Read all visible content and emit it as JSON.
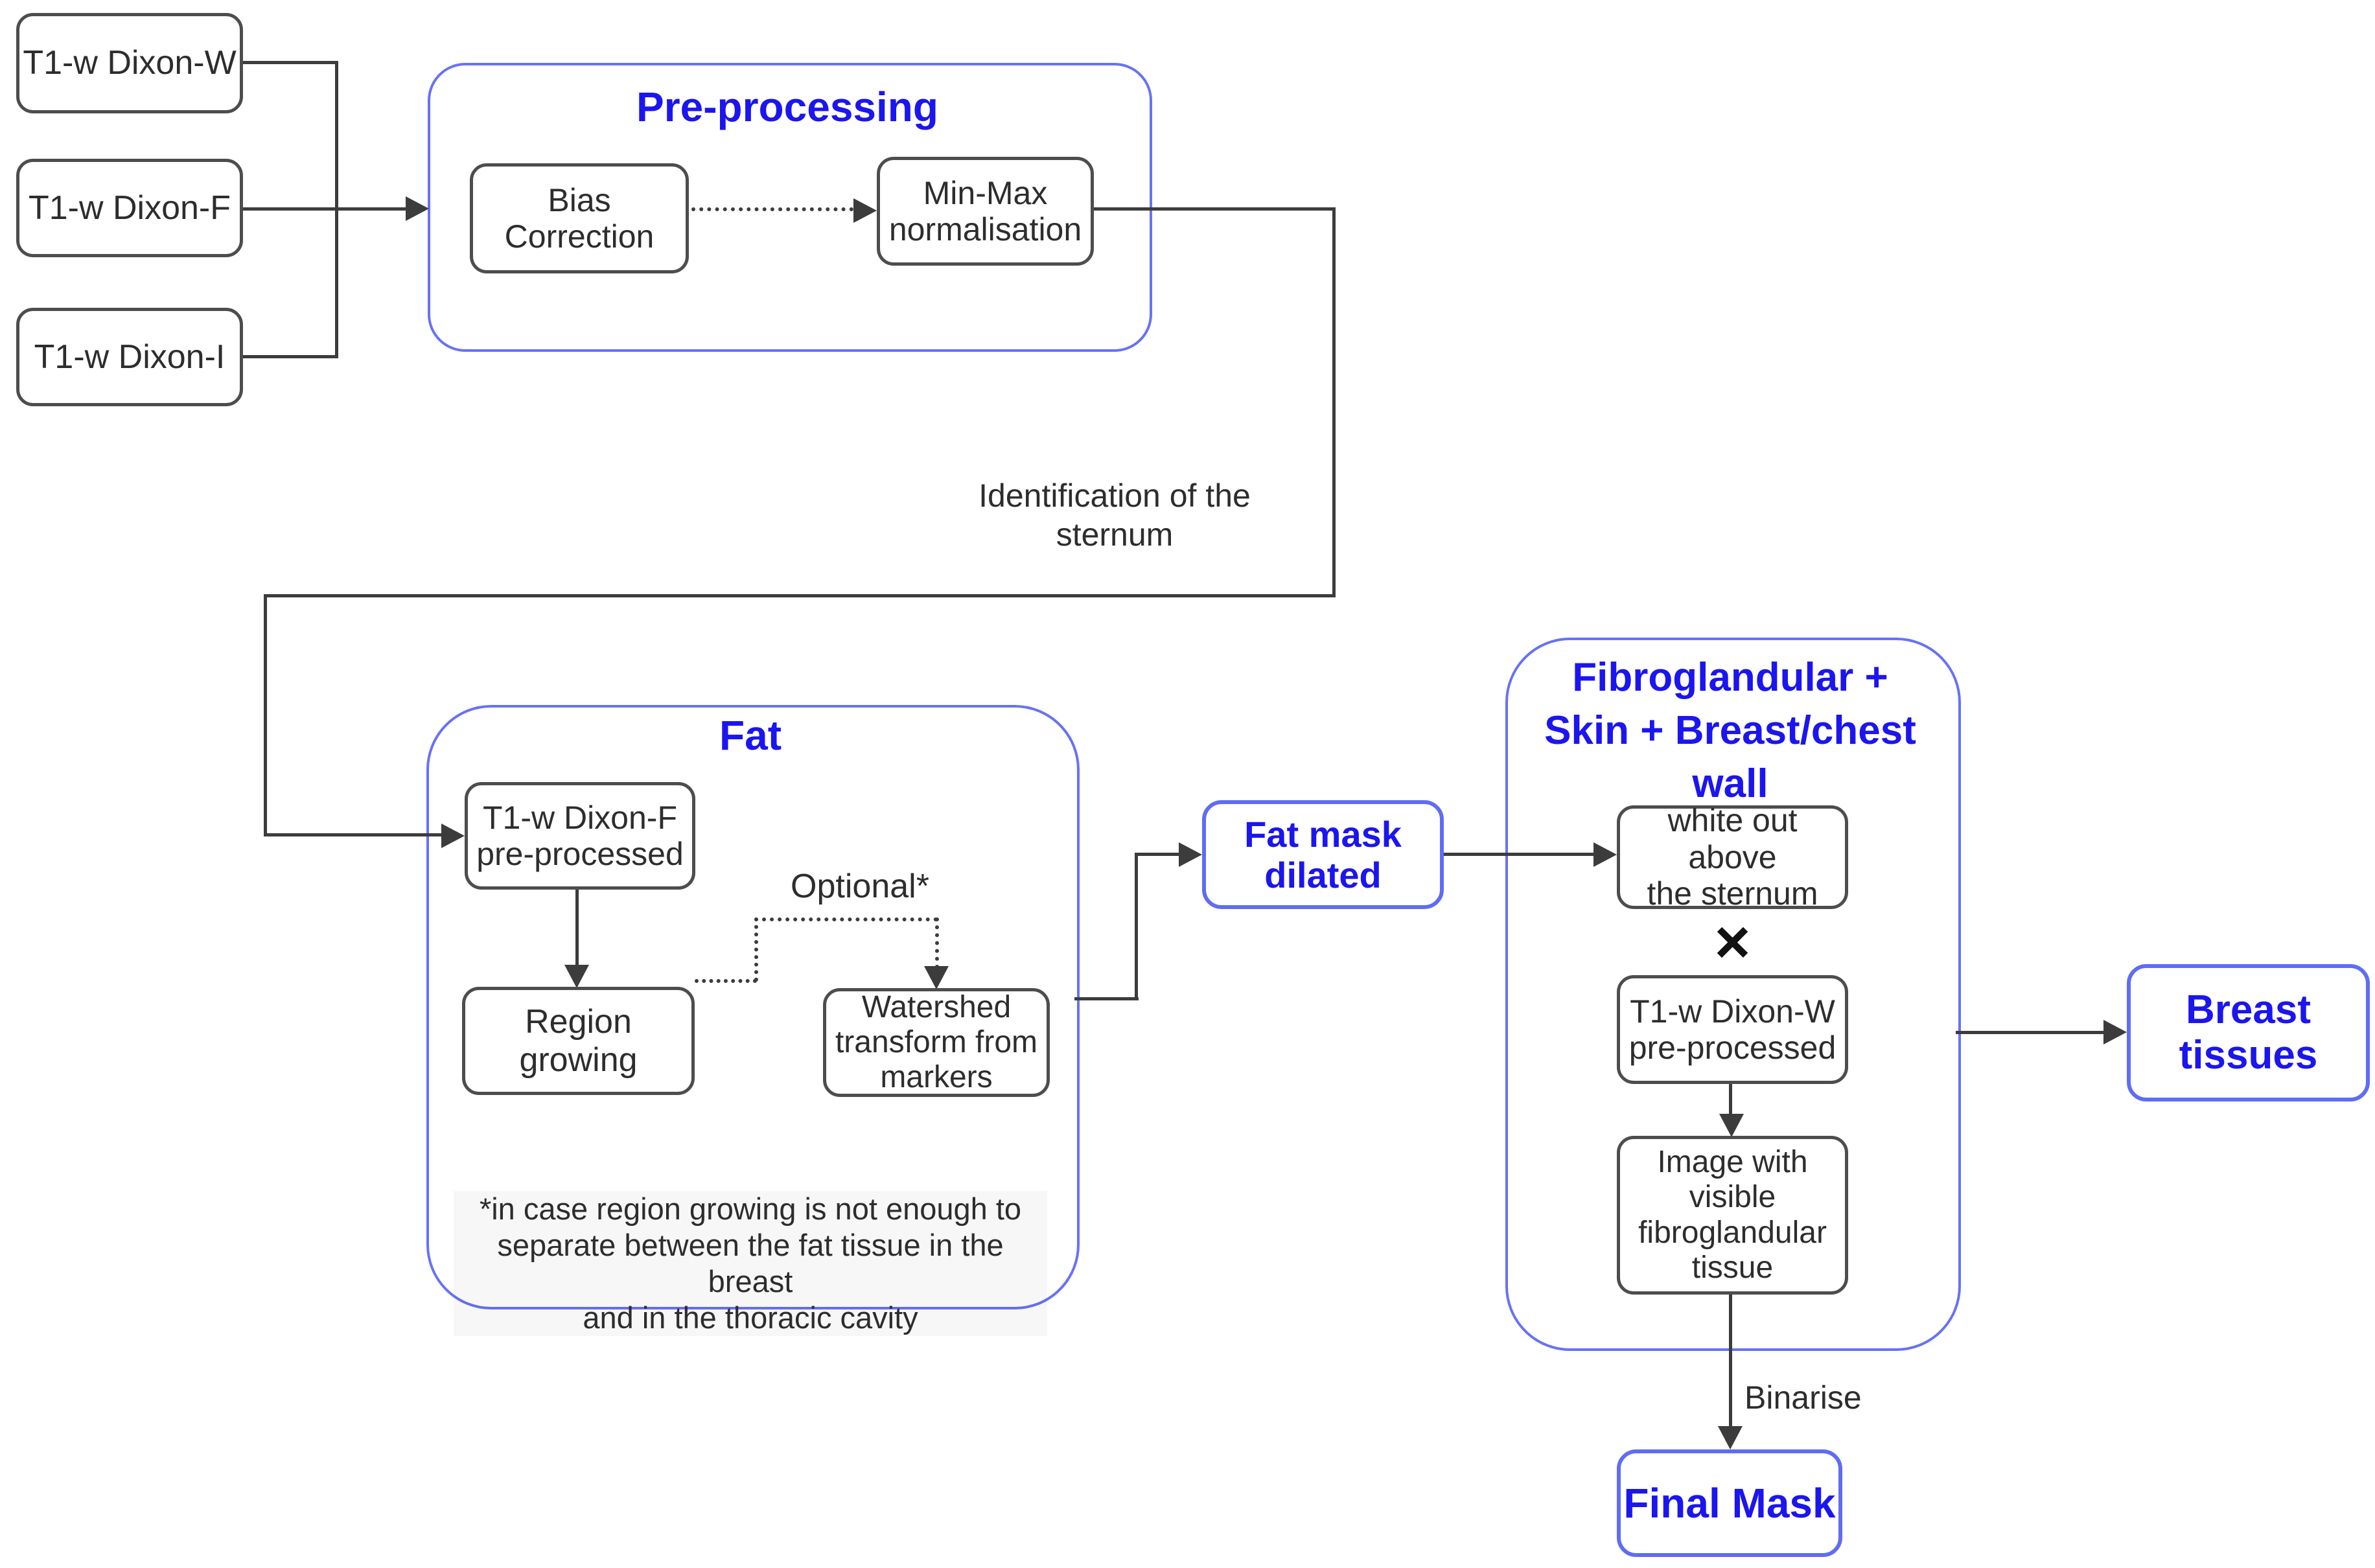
{
  "colors": {
    "accent_blue_text": "#1b15ef",
    "container_border_blue": "#6772f5",
    "box_border_gray": "#4d4d4d",
    "connector_gray": "#3c3c3c",
    "background": "#ffffff"
  },
  "inputs": [
    {
      "label": "T1-w Dixon-W"
    },
    {
      "label": "T1-w Dixon-F"
    },
    {
      "label": "T1-w Dixon-I"
    }
  ],
  "preprocessing": {
    "title": "Pre-processing",
    "bias": "Bias Correction",
    "minmax": "Min-Max\nnormalisation"
  },
  "sternum_note": "Identification of the\nsternum",
  "fat": {
    "title": "Fat",
    "input": "T1-w Dixon-F\npre-processed",
    "region": "Region growing",
    "optional": "Optional*",
    "watershed": "Watershed\ntransform from\nmarkers",
    "footnote": "*in case region growing is not enough to\nseparate between the fat tissue in the breast\nand in the thoracic cavity"
  },
  "fat_mask": "Fat mask\ndilated",
  "fibro": {
    "title": "Fibroglandular +\nSkin + Breast/chest\nwall",
    "whiteout": "white out above\nthe sternum",
    "multiply": "×",
    "dixonw": "T1-w Dixon-W\npre-processed",
    "image": "Image with\nvisible\nfibroglandular\ntissue",
    "binarise": "Binarise"
  },
  "final_mask": "Final Mask",
  "breast": "Breast\ntissues"
}
